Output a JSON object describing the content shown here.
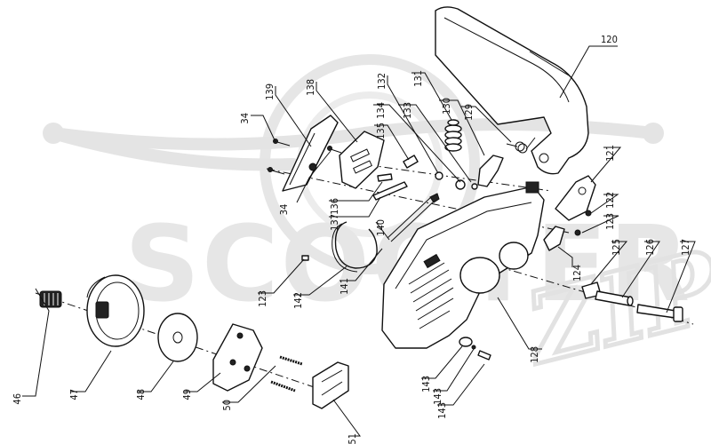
{
  "watermark": {
    "brand": "SCOOTER",
    "sub": "ZIP"
  },
  "callouts": [
    {
      "id": "c120",
      "label": "120"
    },
    {
      "id": "c139",
      "label": "139"
    },
    {
      "id": "c138",
      "label": "138"
    },
    {
      "id": "c132",
      "label": "132"
    },
    {
      "id": "c131",
      "label": "131"
    },
    {
      "id": "c130",
      "label": "130"
    },
    {
      "id": "c129",
      "label": "129"
    },
    {
      "id": "c134",
      "label": "134"
    },
    {
      "id": "c133",
      "label": "133"
    },
    {
      "id": "c135",
      "label": "135"
    },
    {
      "id": "c34a",
      "label": "34"
    },
    {
      "id": "c34b",
      "label": "34"
    },
    {
      "id": "c121",
      "label": "121"
    },
    {
      "id": "c122",
      "label": "122"
    },
    {
      "id": "c123a",
      "label": "123"
    },
    {
      "id": "c136",
      "label": "136"
    },
    {
      "id": "c137",
      "label": "137"
    },
    {
      "id": "c140",
      "label": "140"
    },
    {
      "id": "c124",
      "label": "124"
    },
    {
      "id": "c125",
      "label": "125"
    },
    {
      "id": "c126",
      "label": "126"
    },
    {
      "id": "c127",
      "label": "127"
    },
    {
      "id": "c123b",
      "label": "123"
    },
    {
      "id": "c142",
      "label": "142"
    },
    {
      "id": "c141",
      "label": "141"
    },
    {
      "id": "c128",
      "label": "128"
    },
    {
      "id": "c143a",
      "label": "143"
    },
    {
      "id": "c143b",
      "label": "143"
    },
    {
      "id": "c143c",
      "label": "143"
    },
    {
      "id": "c46",
      "label": "46"
    },
    {
      "id": "c47",
      "label": "47"
    },
    {
      "id": "c48",
      "label": "48"
    },
    {
      "id": "c49",
      "label": "49"
    },
    {
      "id": "c50",
      "label": "50"
    },
    {
      "id": "c51",
      "label": "51"
    }
  ]
}
